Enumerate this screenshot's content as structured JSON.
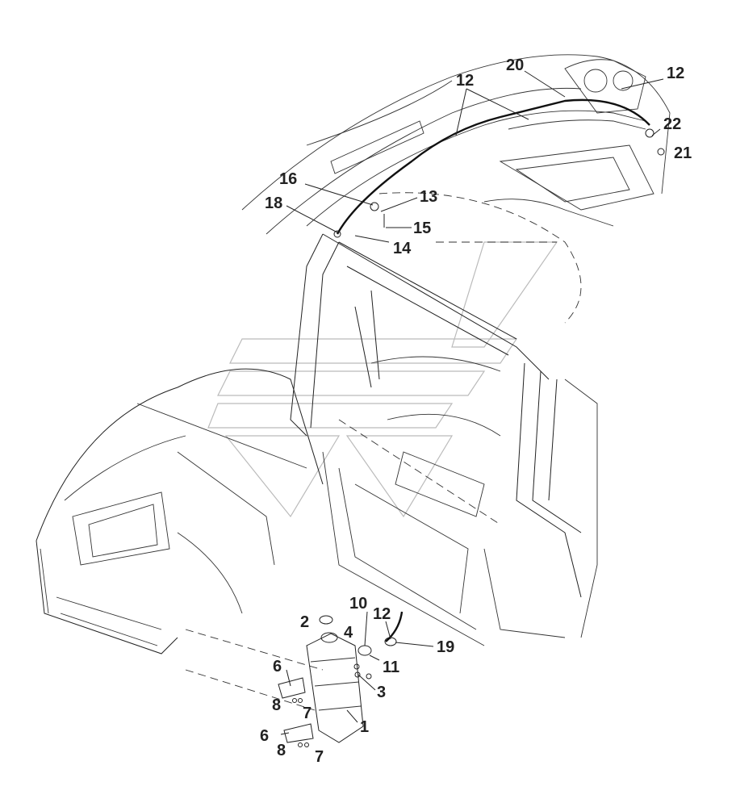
{
  "diagram": {
    "callouts": [
      {
        "id": "c20",
        "text": "20"
      },
      {
        "id": "c12a",
        "text": "12"
      },
      {
        "id": "c12b",
        "text": "12"
      },
      {
        "id": "c22",
        "text": "22"
      },
      {
        "id": "c21",
        "text": "21"
      },
      {
        "id": "c16",
        "text": "16"
      },
      {
        "id": "c13",
        "text": "13"
      },
      {
        "id": "c18",
        "text": "18"
      },
      {
        "id": "c15",
        "text": "15"
      },
      {
        "id": "c14",
        "text": "14"
      },
      {
        "id": "c10",
        "text": "10"
      },
      {
        "id": "c12c",
        "text": "12"
      },
      {
        "id": "c2",
        "text": "2"
      },
      {
        "id": "c4",
        "text": "4"
      },
      {
        "id": "c19",
        "text": "19"
      },
      {
        "id": "c11",
        "text": "11"
      },
      {
        "id": "c6a",
        "text": "6"
      },
      {
        "id": "c3",
        "text": "3"
      },
      {
        "id": "c8a",
        "text": "8"
      },
      {
        "id": "c7a",
        "text": "7"
      },
      {
        "id": "c1",
        "text": "1"
      },
      {
        "id": "c6b",
        "text": "6"
      },
      {
        "id": "c8b",
        "text": "8"
      },
      {
        "id": "c7b",
        "text": "7"
      }
    ],
    "line_color": "#222222",
    "background": "#ffffff"
  }
}
